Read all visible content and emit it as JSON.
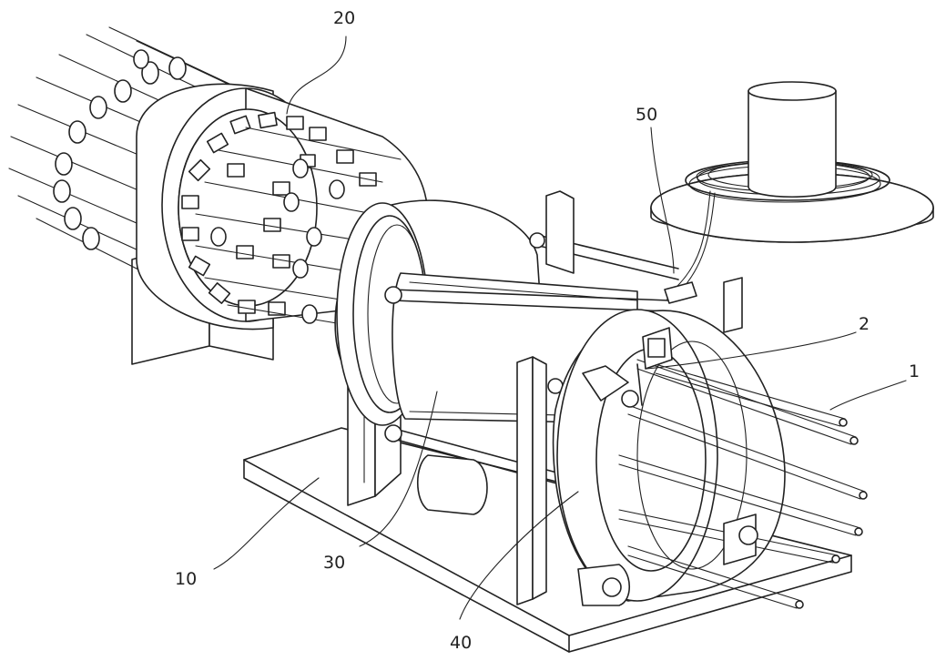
{
  "labels": {
    "l20": "20",
    "l50": "50",
    "l2": "2",
    "l1": "1",
    "l10": "10",
    "l30": "30",
    "l40": "40"
  }
}
